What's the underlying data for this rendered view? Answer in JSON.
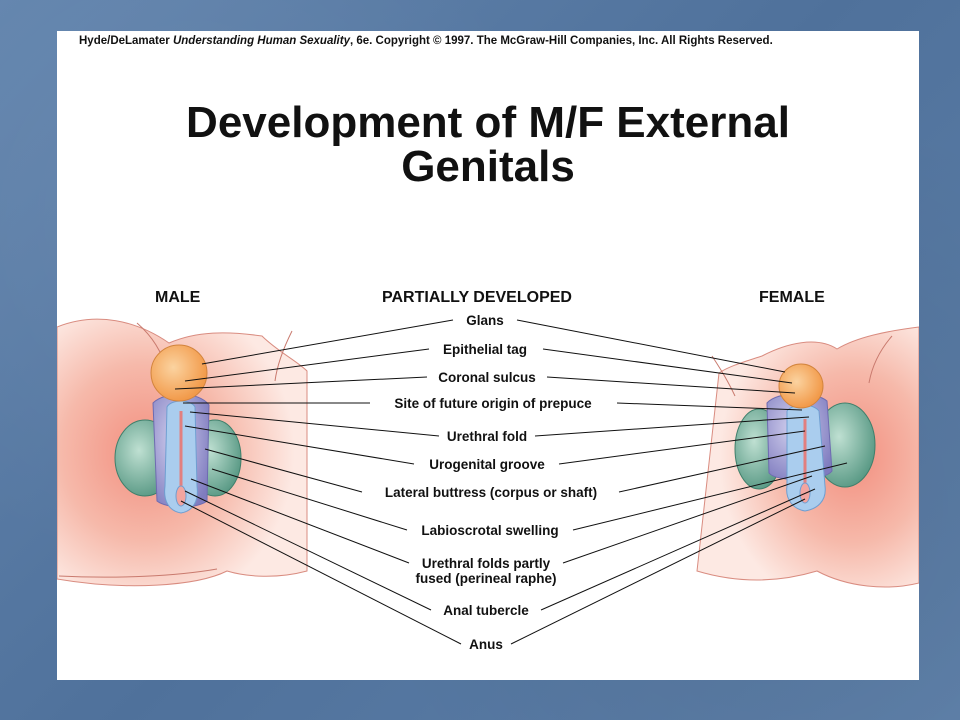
{
  "copyright": {
    "authors": "Hyde/DeLamater",
    "book": "Understanding Human Sexuality",
    "rest": ", 6e.  Copyright © 1997. The McGraw-Hill Companies, Inc. All Rights Reserved."
  },
  "title_line1": "Development of M/F External",
  "title_line2": "Genitals",
  "headers": {
    "male": "MALE",
    "partial": "PARTIALLY DEVELOPED",
    "female": "FEMALE"
  },
  "labels": {
    "glans": "Glans",
    "epithelial_tag": "Epithelial tag",
    "coronal_sulcus": "Coronal sulcus",
    "prepuce": "Site of future origin of prepuce",
    "urethral_fold": "Urethral fold",
    "urogenital_groove": "Urogenital groove",
    "lateral_buttress": "Lateral buttress (corpus or shaft)",
    "labioscrotal_swelling": "Labioscrotal swelling",
    "urethral_folds_partly_1": "Urethral folds partly",
    "urethral_folds_partly_2": "fused (perineal raphe)",
    "anal_tubercle": "Anal tubercle",
    "anus": "Anus"
  },
  "colors": {
    "background": "#5a7ca6",
    "skin": "#f4b3a6",
    "glans": "#f7b167",
    "fold_blue": "#a9c9ea",
    "swelling_green": "#7fb5a3",
    "shaft_purple": "#9d9bd1"
  }
}
